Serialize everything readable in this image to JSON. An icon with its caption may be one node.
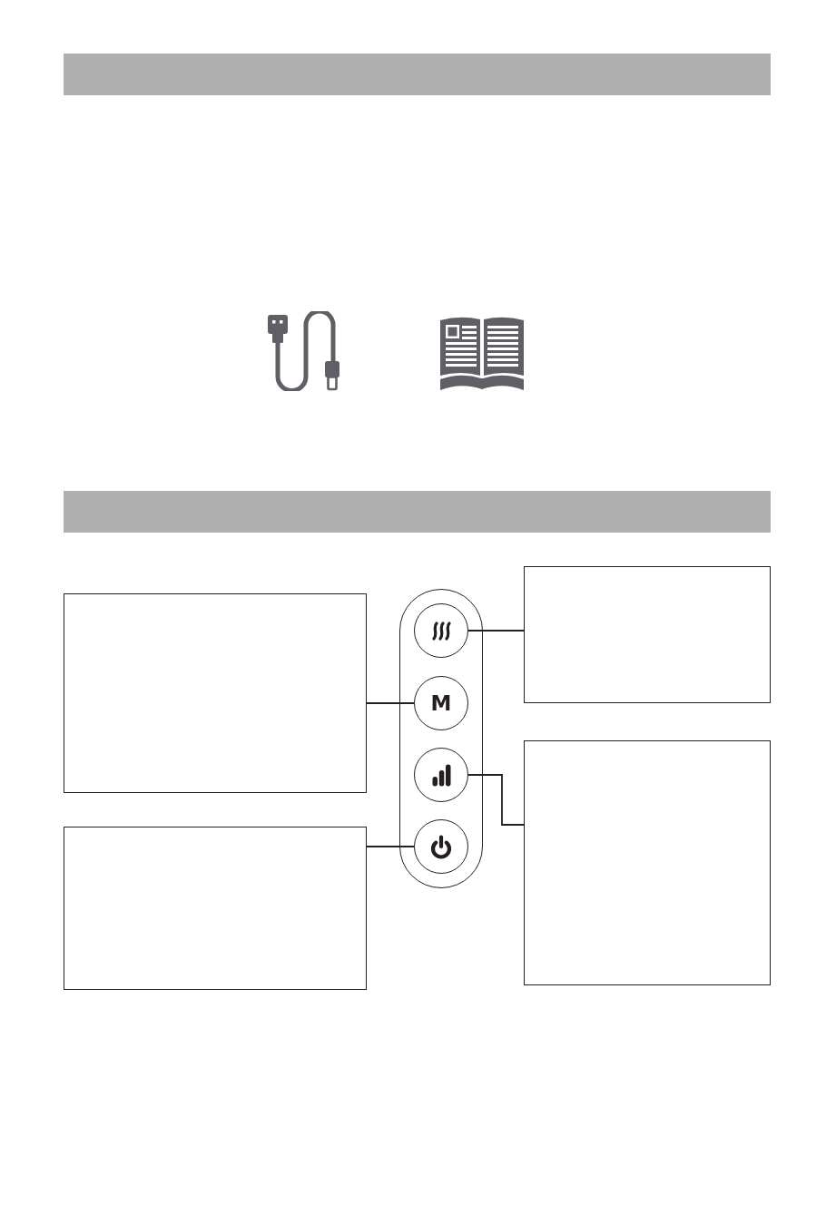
{
  "diagram": {
    "nodes": [
      {
        "text": [],
        "shape": "capsule"
      },
      {
        "text": [],
        "shape": "circle",
        "in": 0
      },
      {
        "text": [
          "M"
        ],
        "in": 0
      },
      {
        "text": [],
        "shape": "circle",
        "in": 0
      },
      {
        "text": [],
        "shape": "circle",
        "in": 0
      },
      {
        "text": [],
        "shape": "box"
      },
      {
        "text": [],
        "shape": "box"
      },
      {
        "text": [],
        "shape": "box"
      },
      {
        "text": [],
        "shape": "box"
      }
    ],
    "edges": [
      {
        "from": 5,
        "to": 2,
        "arrow": "none"
      },
      {
        "from": 6,
        "to": 4,
        "arrow": "none"
      },
      {
        "from": 7,
        "to": 1,
        "arrow": "none"
      },
      {
        "from": 8,
        "to": 3,
        "arrow": "none"
      }
    ]
  }
}
